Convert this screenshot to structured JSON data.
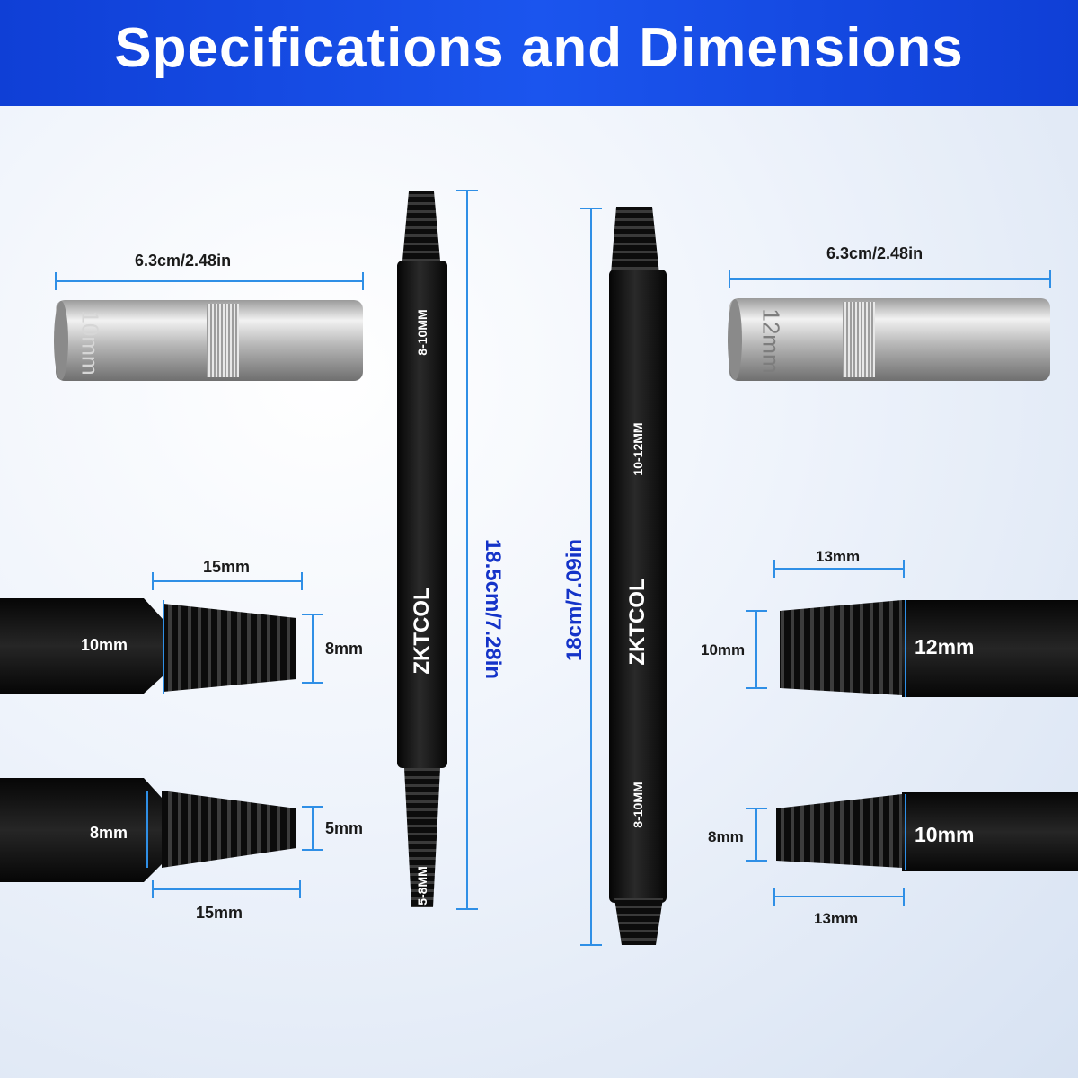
{
  "header": {
    "title": "Specifications and Dimensions"
  },
  "brand": {
    "logo": "ZKTCOL"
  },
  "colors": {
    "banner": "#1b55ee",
    "dimension_line": "#2f8fe6",
    "tool": "#111111",
    "socket": "#c9c9c9"
  },
  "sockets": [
    {
      "length": "6.3cm/2.48in",
      "marking": "10mm"
    },
    {
      "length": "6.3cm/2.48in",
      "marking": "12mm"
    }
  ],
  "extractors": [
    {
      "length": "18.5cm/7.28in",
      "label_top": "8-10MM",
      "label_bottom": "5-8MM"
    },
    {
      "length": "18cm/7.09in",
      "label_top": "10-12MM",
      "label_bottom": "8-10MM"
    }
  ],
  "details": {
    "left_top": {
      "thread_length": "15mm",
      "hex": "10mm",
      "tip": "8mm"
    },
    "left_bottom": {
      "thread_length": "15mm",
      "hex": "8mm",
      "tip": "5mm"
    },
    "right_top": {
      "thread_length": "13mm",
      "hex": "12mm",
      "tip": "10mm"
    },
    "right_bottom": {
      "thread_length": "13mm",
      "hex": "10mm",
      "tip": "8mm"
    }
  }
}
